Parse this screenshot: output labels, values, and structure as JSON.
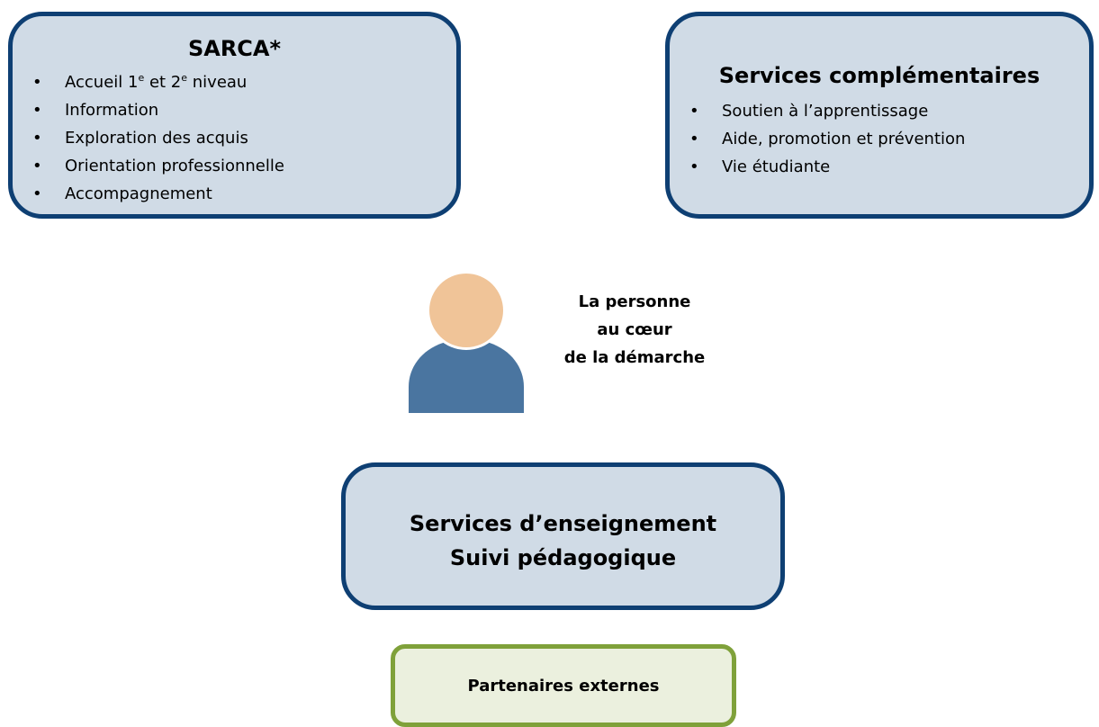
{
  "sarca": {
    "title": "SARCA*",
    "items": [
      {
        "text": "Accueil 1",
        "sup1": "e",
        "mid": " et 2",
        "sup2": "e",
        "end": " niveau"
      },
      {
        "text": "Information"
      },
      {
        "text": "Exploration des acquis"
      },
      {
        "text": "Orientation professionnelle"
      },
      {
        "text": "Accompagnement"
      }
    ]
  },
  "services_complementaires": {
    "title": "Services complémentaires",
    "items": [
      "Soutien à l’apprentissage",
      "Aide, promotion et prévention",
      "Vie étudiante"
    ]
  },
  "person": {
    "label_lines": [
      "La personne",
      "au cœur",
      "de la démarche"
    ]
  },
  "enseignement": {
    "line1": "Services d’enseignement",
    "line2": "Suivi pédagogique"
  },
  "partenaires": {
    "label": "Partenaires externes"
  },
  "bullet_char": "•",
  "colors": {
    "box_fill": "#d0dbe6",
    "box_border": "#0e3f73",
    "partner_fill": "#ebf0de",
    "partner_border": "#7fa13a",
    "person_head": "#f0c498",
    "person_body": "#4a75a0"
  }
}
